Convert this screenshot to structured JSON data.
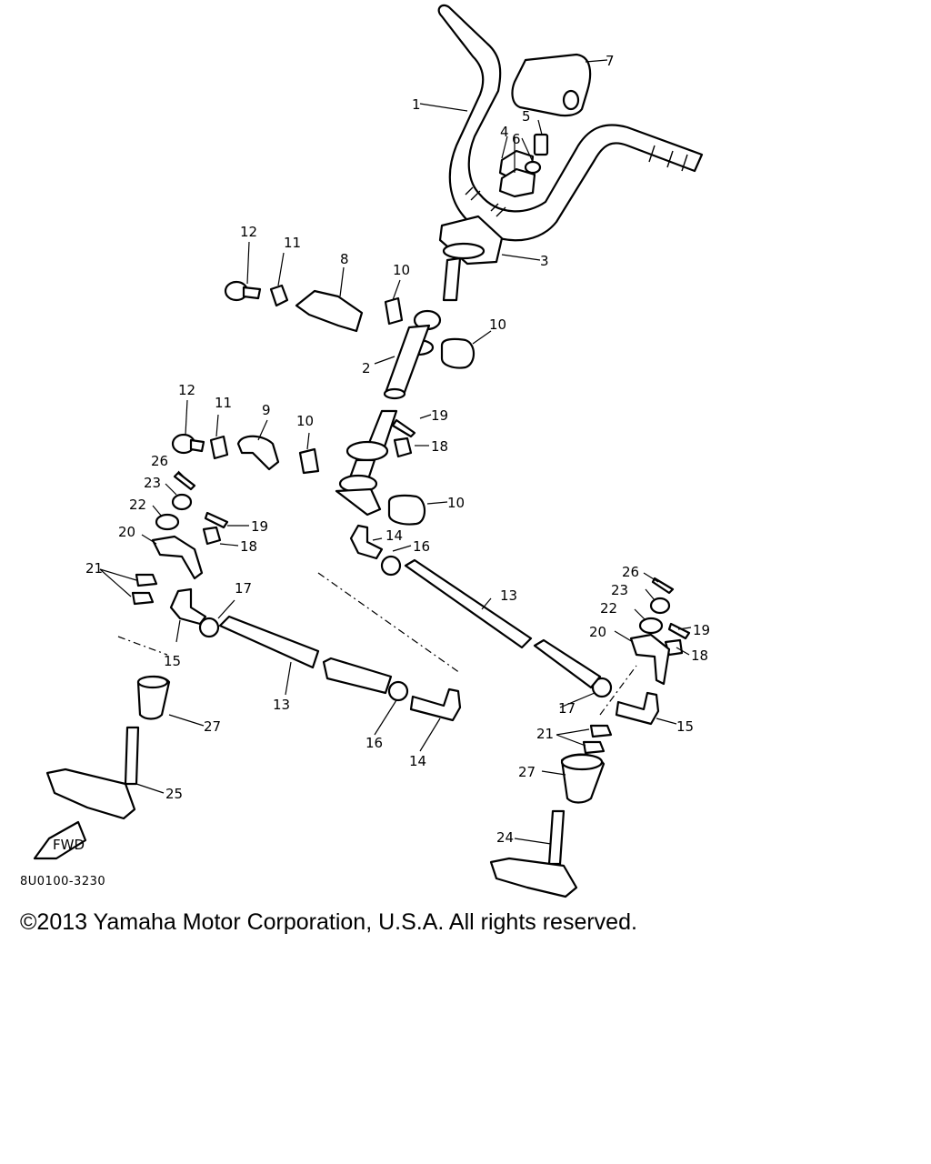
{
  "diagram": {
    "catalog_code": "8U0100-3230",
    "copyright": "©2013 Yamaha Motor Corporation, U.S.A. All rights reserved.",
    "forward_marker": "FWD",
    "callouts": {
      "c1": "1",
      "c2": "2",
      "c3": "3",
      "c4": "4",
      "c5": "5",
      "c6": "6",
      "c7": "7",
      "c8": "8",
      "c9": "9",
      "c10a": "10",
      "c10b": "10",
      "c10c": "10",
      "c10d": "10",
      "c11a": "11",
      "c11b": "11",
      "c12a": "12",
      "c12b": "12",
      "c13a": "13",
      "c13b": "13",
      "c14a": "14",
      "c14b": "14",
      "c15a": "15",
      "c15b": "15",
      "c16a": "16",
      "c16b": "16",
      "c17a": "17",
      "c17b": "17",
      "c18a": "18",
      "c18b": "18",
      "c18c": "18",
      "c19a": "19",
      "c19b": "19",
      "c19c": "19",
      "c20a": "20",
      "c20b": "20",
      "c21a": "21",
      "c21b": "21",
      "c22a": "22",
      "c22b": "22",
      "c23a": "23",
      "c23b": "23",
      "c24": "24",
      "c25": "25",
      "c26a": "26",
      "c26b": "26",
      "c27a": "27",
      "c27b": "27"
    }
  }
}
